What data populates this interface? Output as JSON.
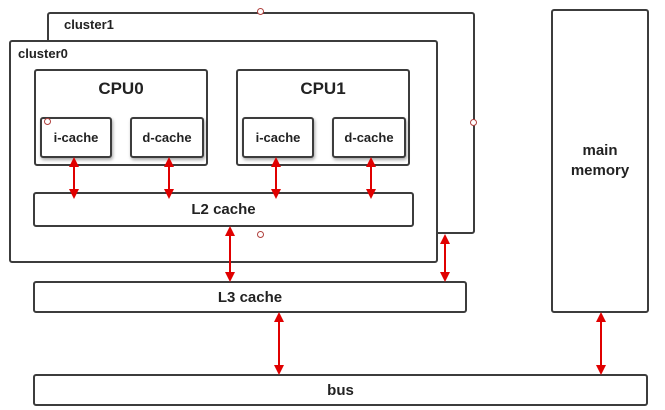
{
  "clusters": {
    "cluster1_label": "cluster1",
    "cluster0_label": "cluster0"
  },
  "cpus": [
    {
      "name": "CPU0",
      "icache": "i-cache",
      "dcache": "d-cache"
    },
    {
      "name": "CPU1",
      "icache": "i-cache",
      "dcache": "d-cache"
    }
  ],
  "caches": {
    "l2": "L2 cache",
    "l3": "L3 cache"
  },
  "bus": "bus",
  "memory": "main\nmemory",
  "colors": {
    "arrow": "#e00000",
    "border": "#3c3c3c"
  }
}
